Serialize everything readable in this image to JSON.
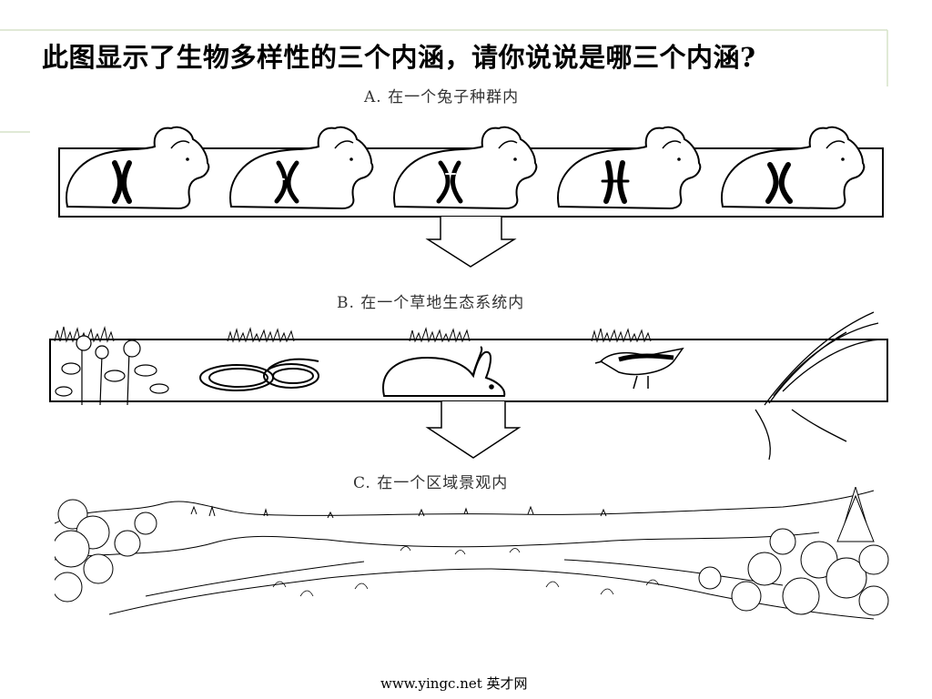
{
  "slide": {
    "title": "此图显示了生物多样性的三个内涵，请你说说是哪三个内涵?",
    "footer": "www.yingc.net  英才网"
  },
  "figure": {
    "panel_a": {
      "caption": "A. 在一个兔子种群内",
      "rabbit_count": 5
    },
    "panel_b": {
      "caption": "B. 在一个草地生态系统内"
    },
    "panel_c": {
      "caption": "C. 在一个区域景观内"
    }
  }
}
